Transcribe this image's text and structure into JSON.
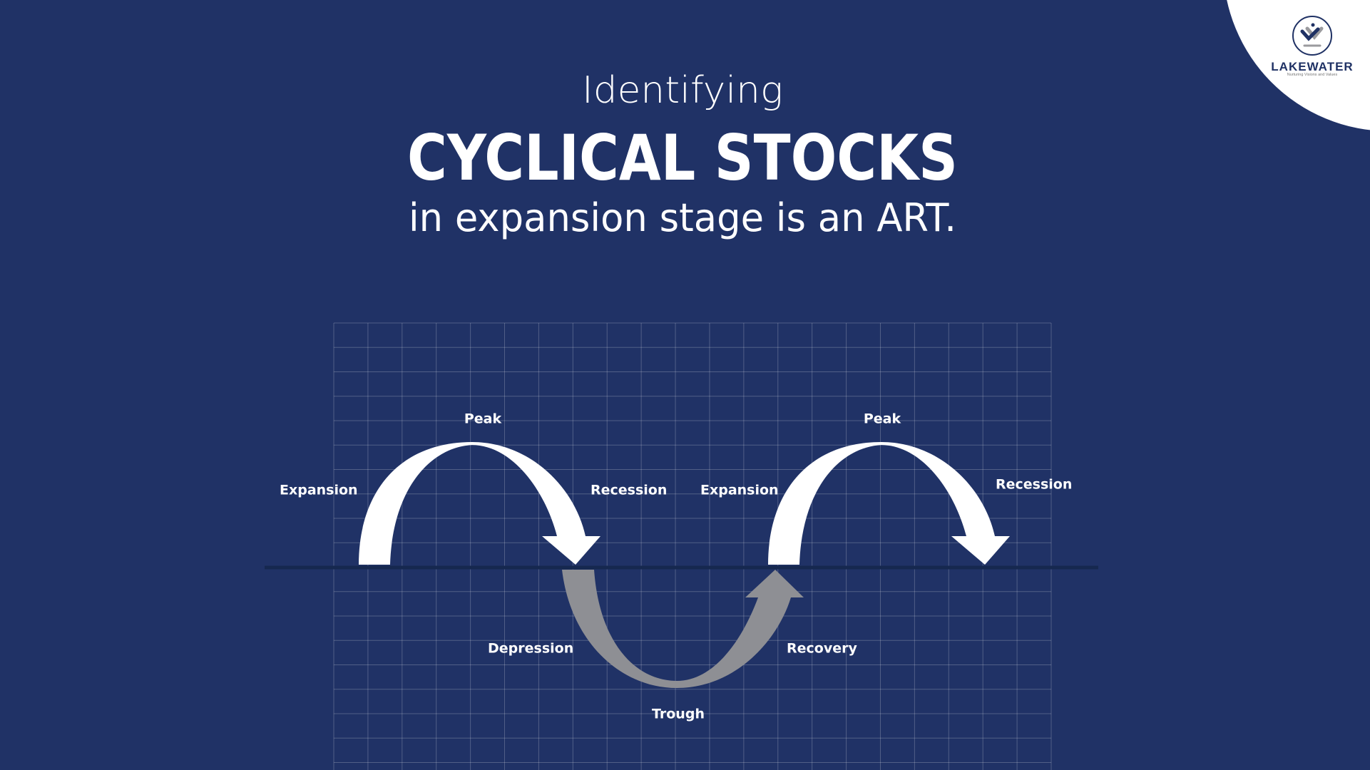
{
  "title": {
    "line1": "Identifying",
    "line2": "CYCLICAL STOCKS",
    "line3": "in expansion stage is an ART."
  },
  "logo": {
    "name": "LAKEWATER",
    "tagline": "Nurturing Visions and Values"
  },
  "diagram": {
    "labels": {
      "expansion_1": "Expansion",
      "peak_1": "Peak",
      "recession_1": "Recession",
      "depression": "Depression",
      "trough": "Trough",
      "recovery": "Recovery",
      "expansion_2": "Expansion",
      "peak_2": "Peak",
      "recession_2": "Recession"
    }
  },
  "colors": {
    "background": "#203266",
    "baseline": "#16284f",
    "upper_arrows": "#ffffff",
    "lower_arrow": "#8e8f94",
    "logo_navy": "#1f3164",
    "logo_gray": "#9a9a9e"
  }
}
